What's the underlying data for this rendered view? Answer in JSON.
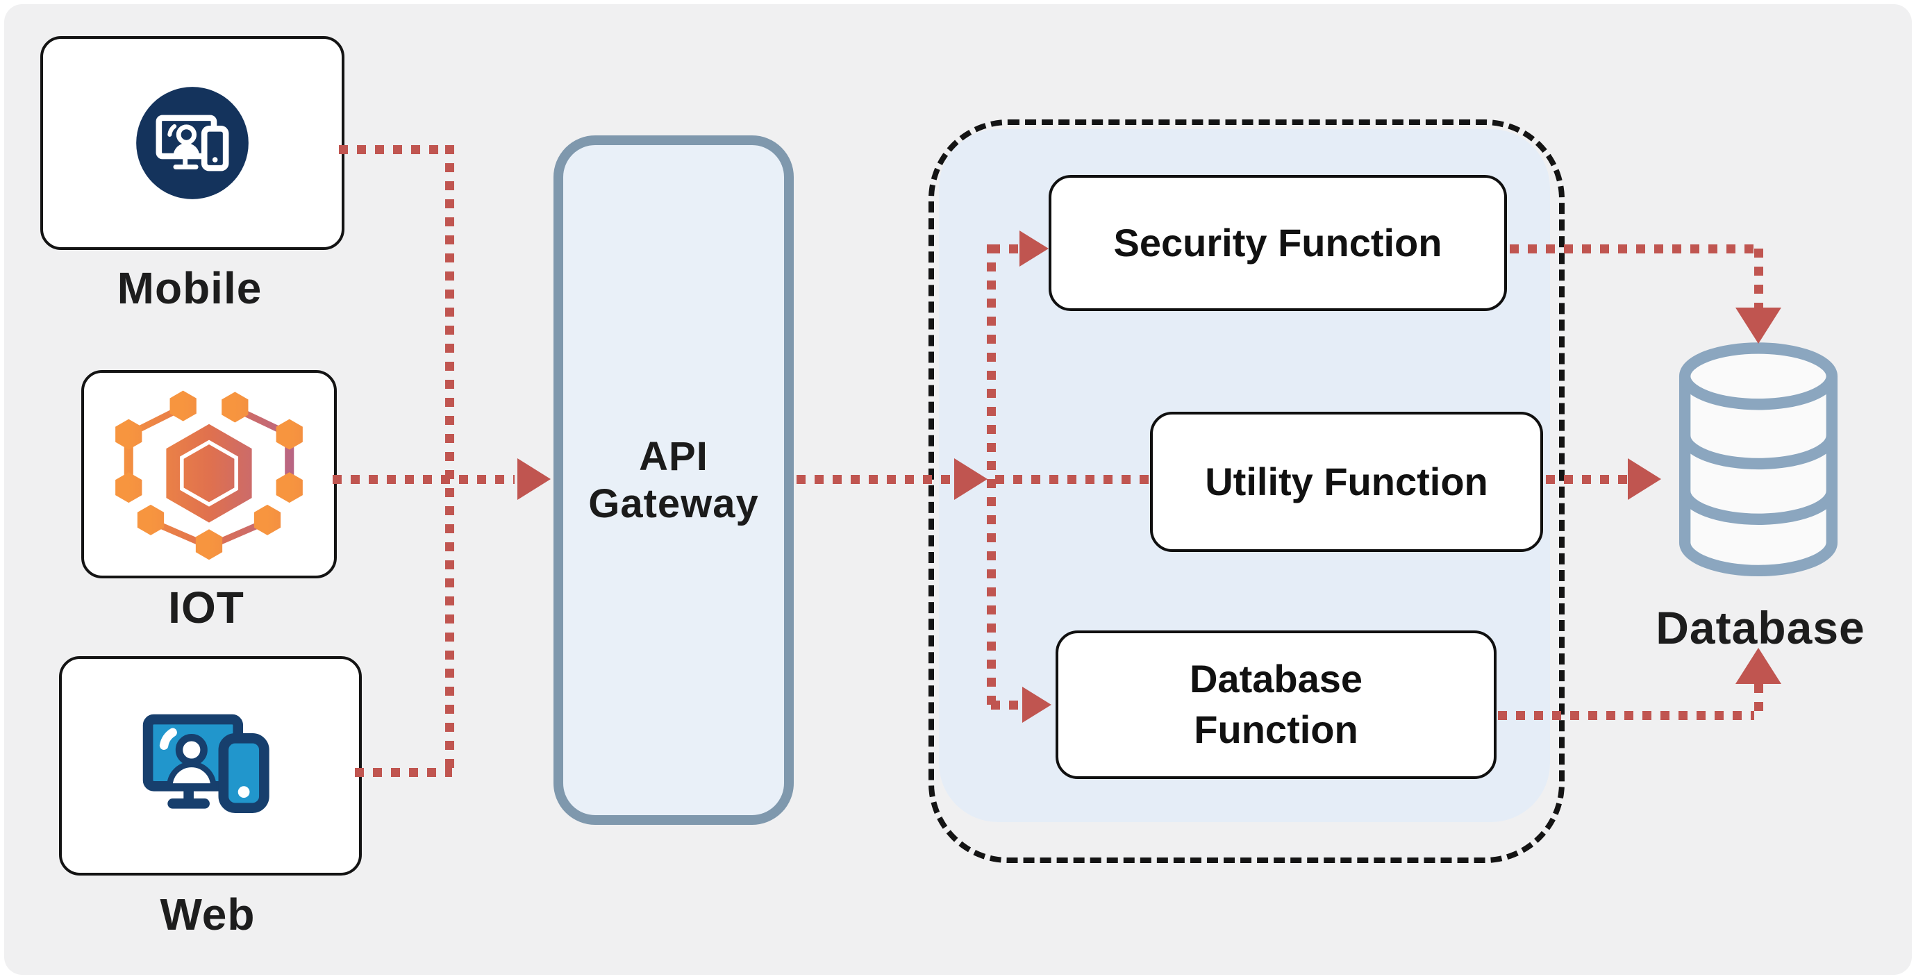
{
  "diagram": {
    "title_hint": "API Gateway serverless architecture diagram",
    "nodes": {
      "mobile": {
        "label": "Mobile"
      },
      "iot": {
        "label": "IOT"
      },
      "web": {
        "label": "Web"
      },
      "gateway": {
        "label_lines": [
          "API",
          "Gateway"
        ]
      },
      "security_fn": {
        "label": "Security Function"
      },
      "utility_fn": {
        "label": "Utility Function"
      },
      "database_fn": {
        "label_lines": [
          "Database",
          "Function"
        ]
      },
      "database": {
        "label": "Database"
      }
    },
    "icons": {
      "mobile": "mobile-devices-icon",
      "iot": "iot-hexagon-network-icon",
      "web": "web-devices-icon",
      "database": "database-cylinder-icon"
    },
    "connections": [
      {
        "from": "mobile",
        "to": "gateway"
      },
      {
        "from": "iot",
        "to": "gateway"
      },
      {
        "from": "web",
        "to": "gateway"
      },
      {
        "from": "gateway",
        "to": "security_fn"
      },
      {
        "from": "gateway",
        "to": "utility_fn"
      },
      {
        "from": "gateway",
        "to": "database_fn"
      },
      {
        "from": "security_fn",
        "to": "database"
      },
      {
        "from": "utility_fn",
        "to": "database"
      },
      {
        "from": "database_fn",
        "to": "database"
      }
    ],
    "colors": {
      "background": "#f0f0f1",
      "arrow_red": "#c05550",
      "gateway_border": "#7f98ad",
      "gateway_fill": "#e9f0f8",
      "group_fill": "#e5edf7",
      "group_dash": "#141414",
      "mobile_icon_navy": "#14335c",
      "web_icon_blue": "#2196cc",
      "web_icon_outline": "#173f6d",
      "iot_gradient_start": "#f7953f",
      "iot_gradient_end": "#b2638c",
      "cylinder_stroke": "#8ba6bf"
    }
  }
}
